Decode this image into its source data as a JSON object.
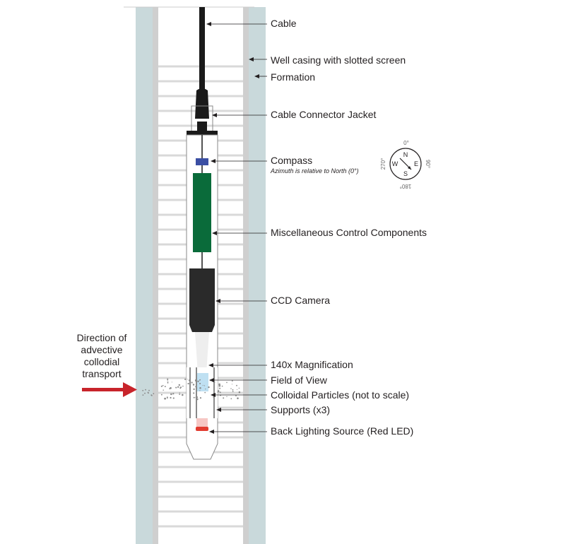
{
  "labels": {
    "cable": "Cable",
    "well_casing": "Well casing with slotted screen",
    "formation": "Formation",
    "connector_jacket": "Cable Connector Jacket",
    "compass": "Compass",
    "azimuth_note": "Azimuth is relative to North  (0°)",
    "control_components": "Miscellaneous Control Components",
    "ccd_camera": "CCD Camera",
    "magnification": "140x Magnification",
    "field_of_view": "Field of View",
    "colloidal_particles": "Colloidal Particles (not to scale)",
    "supports": "Supports (x3)",
    "back_lighting": "Back Lighting Source (Red LED)"
  },
  "direction_label": [
    "Direction of",
    "advective",
    "collodial",
    "transport"
  ],
  "compass_rose": {
    "north": "N",
    "east": "E",
    "south": "S",
    "west": "W",
    "deg_0": "0°",
    "deg_90": "90°",
    "deg_180": "180°",
    "deg_270": "270°"
  },
  "colors": {
    "formation": "#c9d9db",
    "casing": "#cccccc",
    "slot_lines": "#d9d9d9",
    "cable": "#1a1a1a",
    "compass_block": "#3b4fa3",
    "control_block": "#0a6b3a",
    "camera": "#2a2a2a",
    "field_of_view": "#bfe0f2",
    "flow_arrow": "#c8242b",
    "led": "#e23b2f",
    "led_glow": "#f6c7c4"
  }
}
